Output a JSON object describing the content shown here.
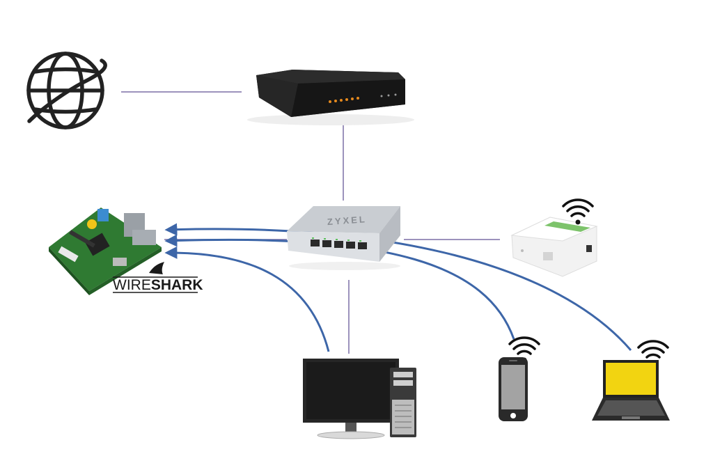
{
  "switch": {
    "brand": "ZYXEL"
  },
  "analyzer": {
    "software_label_part1": "WIRE",
    "software_label_part2": "SHARK"
  },
  "colors": {
    "wired_link": "#7b6fa6",
    "capture_flow": "#3d66a8",
    "device_dark": "#1e1e1e",
    "pcb_green": "#2f7a32",
    "laptop_screen": "#f2d411",
    "phone_screen": "#a3a3a3"
  },
  "icons": [
    "globe-icon",
    "wifi-icon",
    "router",
    "switch",
    "raspberry-pi",
    "travel-router",
    "desktop-pc",
    "smartphone",
    "laptop"
  ]
}
